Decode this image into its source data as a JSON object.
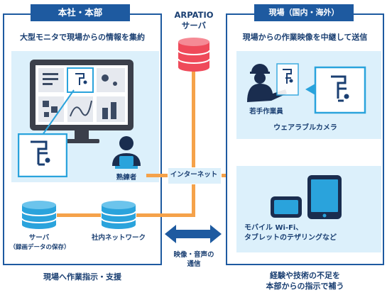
{
  "left": {
    "title": "本社・本部",
    "headline": "大型モニタで現場からの情報を集約",
    "expert_label": "熟練者",
    "server_label": "サーバ",
    "server_sub": "（録画データの保存）",
    "network_label": "社内ネットワーク",
    "footer": "現場へ作業指示・支援"
  },
  "center": {
    "title_line1": "ARPATIO",
    "title_line2": "サーバ",
    "internet_label": "インターネット",
    "stream_line1": "映像・音声の",
    "stream_line2": "通信"
  },
  "right": {
    "title": "現場（国内・海外）",
    "headline": "現場からの作業映像を中継して送信",
    "worker_label": "若手作業員",
    "camera_label": "ウェアラブルカメラ",
    "mobile_line1": "モバイル Wi-Fi、",
    "mobile_line2": "タブレットのテザリングなど",
    "footer_line1": "経験や技術の不足を",
    "footer_line2": "本部からの指示で補う"
  },
  "colors": {
    "navy": "#1e5aa0",
    "light_blue": "#dcf0fb",
    "orange": "#f5a24a",
    "cyan": "#2aa3dc"
  }
}
